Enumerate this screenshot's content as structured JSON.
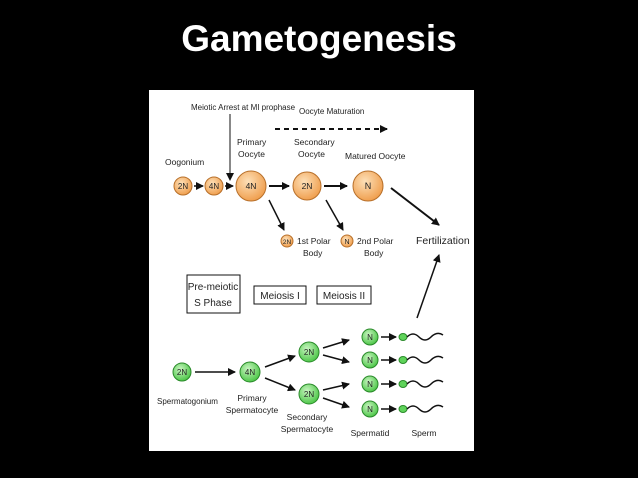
{
  "slide": {
    "title": "Gametogenesis"
  },
  "diagram": {
    "oogenesis": {
      "top_left_label": "Meiotic Arrest at MI prophase",
      "top_right_label": "Oocyte Maturation",
      "oogonium": {
        "label": "Oogonium",
        "cells": [
          "2N",
          "4N"
        ]
      },
      "primary_oocyte": {
        "label_line1": "Primary",
        "label_line2": "Oocyte",
        "ploidy": "4N"
      },
      "secondary_oocyte": {
        "label_line1": "Secondary",
        "label_line2": "Oocyte",
        "ploidy": "2N"
      },
      "matured_oocyte": {
        "label": "Matured Oocyte",
        "ploidy": "N"
      },
      "first_polar_body": {
        "ploidy": "2N",
        "label_line1": "1st Polar",
        "label_line2": "Body"
      },
      "second_polar_body": {
        "ploidy": "N",
        "label_line1": "2nd Polar",
        "label_line2": "Body"
      }
    },
    "fertilization": "Fertilization",
    "phases": {
      "premeiotic_line1": "Pre-meiotic",
      "premeiotic_line2": "S Phase",
      "meiosis1": "Meiosis I",
      "meiosis2": "Meiosis II"
    },
    "spermatogenesis": {
      "spermatogonium": {
        "ploidy": "2N",
        "label": "Spermatogonium"
      },
      "primary_spermatocyte": {
        "ploidy": "4N",
        "label_line1": "Primary",
        "label_line2": "Spermatocyte"
      },
      "secondary_spermatocytes": {
        "ploidy": [
          "2N",
          "2N"
        ],
        "label_line1": "Secondary",
        "label_line2": "Spermatocyte"
      },
      "spermatids": {
        "ploidy": [
          "N",
          "N",
          "N",
          "N"
        ],
        "label": "Spermatid"
      },
      "sperm_label": "Sperm"
    },
    "colors": {
      "oocyte_fill": "#f2a65a",
      "oocyte_stroke": "#b8702a",
      "sperm_fill": "#5fd35a",
      "sperm_stroke": "#2a8a2a",
      "arrow": "#111111"
    }
  }
}
